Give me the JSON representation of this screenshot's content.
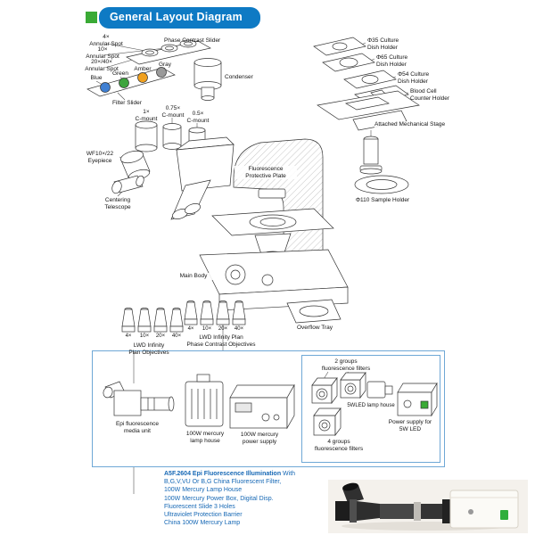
{
  "header": {
    "title": "General Layout Diagram"
  },
  "diagram": {
    "labels": {
      "annular_4x": "4×\nAnnular Spot",
      "annular_10x": "10×\nAnnular Spot",
      "annular_2040x": "20×/40×\nAnnular Spot",
      "phase_contrast_slider": "Phase Contrast Slider",
      "filter_blue": "Blue",
      "filter_green": "Green",
      "filter_amber": "Amber",
      "filter_gray": "Gray",
      "filter_slider": "Filter Slider",
      "condenser": "Condenser",
      "cmount_1x": "1×\nC-mount",
      "cmount_075x": "0.75×\nC-mount",
      "cmount_05x": "0.5×\nC-mount",
      "eyepiece": "WF10×/22\nEyepiece",
      "centering_telescope": "Centering\nTelescope",
      "fluorescence_plate": "Fluorescence\nProtective Plate",
      "main_body": "Main Body",
      "dish35": "Φ35 Culture\nDish Holder",
      "dish65": "Φ65 Culture\nDish Holder",
      "dish54": "Φ54 Culture\nDish Holder",
      "blood_cell": "Blood Cell\nCounter Holder",
      "mech_stage": "Attached Mechanical Stage",
      "sample_holder": "Φ110 Sample Holder",
      "overflow_tray": "Overflow Tray"
    },
    "objectives_plain": {
      "mags": [
        "4×",
        "10×",
        "20×",
        "40×"
      ],
      "caption": "LWD Infinity\nPlan Objectives"
    },
    "objectives_phase": {
      "mags": [
        "4×",
        "10×",
        "20×",
        "40×"
      ],
      "caption": "LWD Infinity Plan\nPhase Contrast Objectives"
    }
  },
  "kit_box": {
    "labels": {
      "epi_unit": "Epi fluorescence\nmedia unit",
      "mercury_lamp": "100W mercury\nlamp house",
      "mercury_power": "100W mercury\npower supply",
      "filters_2g": "2 groups\nfluorescence filters",
      "led_lamp": "5WLED lamp house",
      "filters_4g": "4 groups\nfluorescence filters",
      "led_power": "Power supply for 5W LED"
    }
  },
  "description": {
    "title": "A5F.2604 Epi Fluorescence Illumination",
    "title_suffix": " With",
    "lines": [
      "B,G,V,VU Or B,G China Fluorescent Filter,",
      "100W Mercury Lamp House",
      "100W Mercury Power Box, Digital Disp.",
      "Fluorescent Slide 3 Holes",
      "Ultraviolet Protection Barrier",
      "China 100W Mercury Lamp"
    ]
  },
  "colors": {
    "banner_blue": "#0e7ac4",
    "banner_green": "#3aaa35",
    "box_border": "#6fa8d6",
    "text_blue": "#1668b5",
    "filter_blue": "#3f7fd2",
    "filter_green": "#3da43d",
    "filter_amber": "#f0a01e",
    "filter_gray": "#9a9a9a"
  }
}
